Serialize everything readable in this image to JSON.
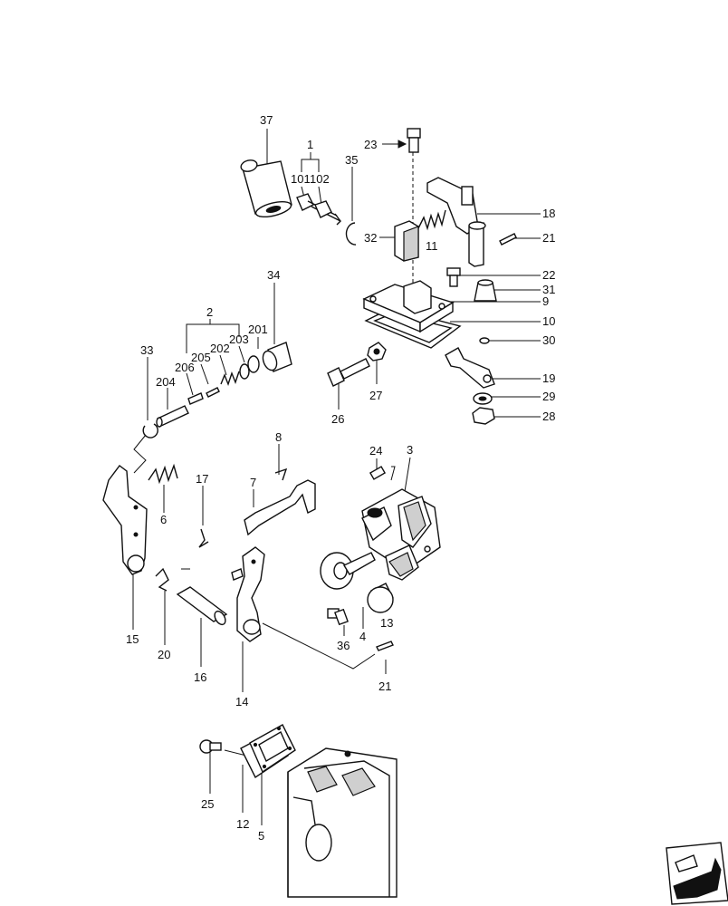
{
  "diagram": {
    "callouts": [
      {
        "id": "c37",
        "text": "37"
      },
      {
        "id": "c1",
        "text": "1"
      },
      {
        "id": "c101",
        "text": "101"
      },
      {
        "id": "c102",
        "text": "102"
      },
      {
        "id": "c35",
        "text": "35"
      },
      {
        "id": "c23",
        "text": "23"
      },
      {
        "id": "c18",
        "text": "18"
      },
      {
        "id": "c32",
        "text": "32"
      },
      {
        "id": "c11",
        "text": "11"
      },
      {
        "id": "c21a",
        "text": "21"
      },
      {
        "id": "c22",
        "text": "22"
      },
      {
        "id": "c31",
        "text": "31"
      },
      {
        "id": "c9",
        "text": "9"
      },
      {
        "id": "c10",
        "text": "10"
      },
      {
        "id": "c30",
        "text": "30"
      },
      {
        "id": "c34",
        "text": "34"
      },
      {
        "id": "c2",
        "text": "2"
      },
      {
        "id": "c201",
        "text": "201"
      },
      {
        "id": "c203",
        "text": "203"
      },
      {
        "id": "c202",
        "text": "202"
      },
      {
        "id": "c205",
        "text": "205"
      },
      {
        "id": "c206",
        "text": "206"
      },
      {
        "id": "c204",
        "text": "204"
      },
      {
        "id": "c33",
        "text": "33"
      },
      {
        "id": "c19",
        "text": "19"
      },
      {
        "id": "c29",
        "text": "29"
      },
      {
        "id": "c28",
        "text": "28"
      },
      {
        "id": "c27",
        "text": "27"
      },
      {
        "id": "c26",
        "text": "26"
      },
      {
        "id": "c8",
        "text": "8"
      },
      {
        "id": "c24",
        "text": "24"
      },
      {
        "id": "c3",
        "text": "3"
      },
      {
        "id": "c17",
        "text": "17"
      },
      {
        "id": "c7",
        "text": "7"
      },
      {
        "id": "c6",
        "text": "6"
      },
      {
        "id": "c15",
        "text": "15"
      },
      {
        "id": "c20",
        "text": "20"
      },
      {
        "id": "c16",
        "text": "16"
      },
      {
        "id": "c14",
        "text": "14"
      },
      {
        "id": "c4",
        "text": "4"
      },
      {
        "id": "c13",
        "text": "13"
      },
      {
        "id": "c36",
        "text": "36"
      },
      {
        "id": "c21b",
        "text": "21"
      },
      {
        "id": "c25",
        "text": "25"
      },
      {
        "id": "c12",
        "text": "12"
      },
      {
        "id": "c5",
        "text": "5"
      }
    ]
  }
}
